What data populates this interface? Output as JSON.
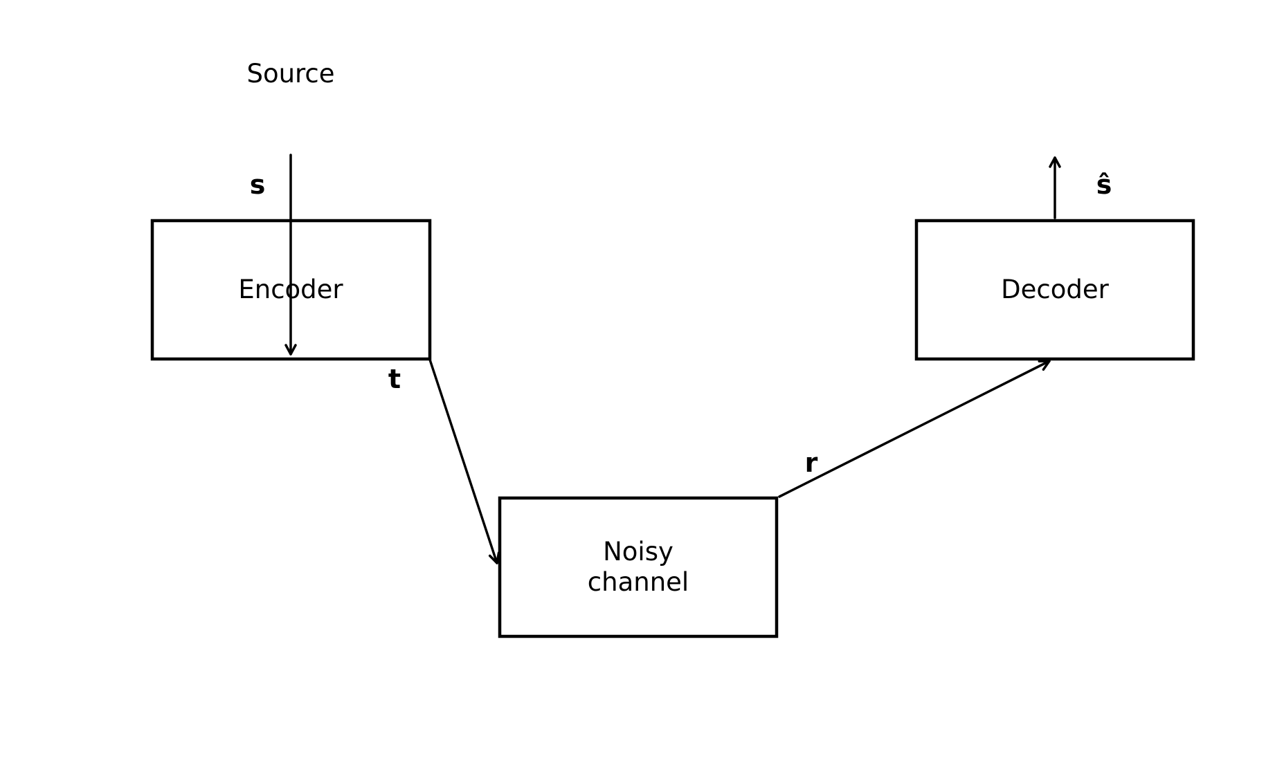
{
  "diagram": {
    "source_label": "Source",
    "nodes": {
      "encoder": "Encoder",
      "channel_line1": "Noisy",
      "channel_line2": "channel",
      "decoder": "Decoder"
    },
    "edges": {
      "s": "s",
      "t": "t",
      "r": "r",
      "s_hat": "ŝ"
    }
  }
}
